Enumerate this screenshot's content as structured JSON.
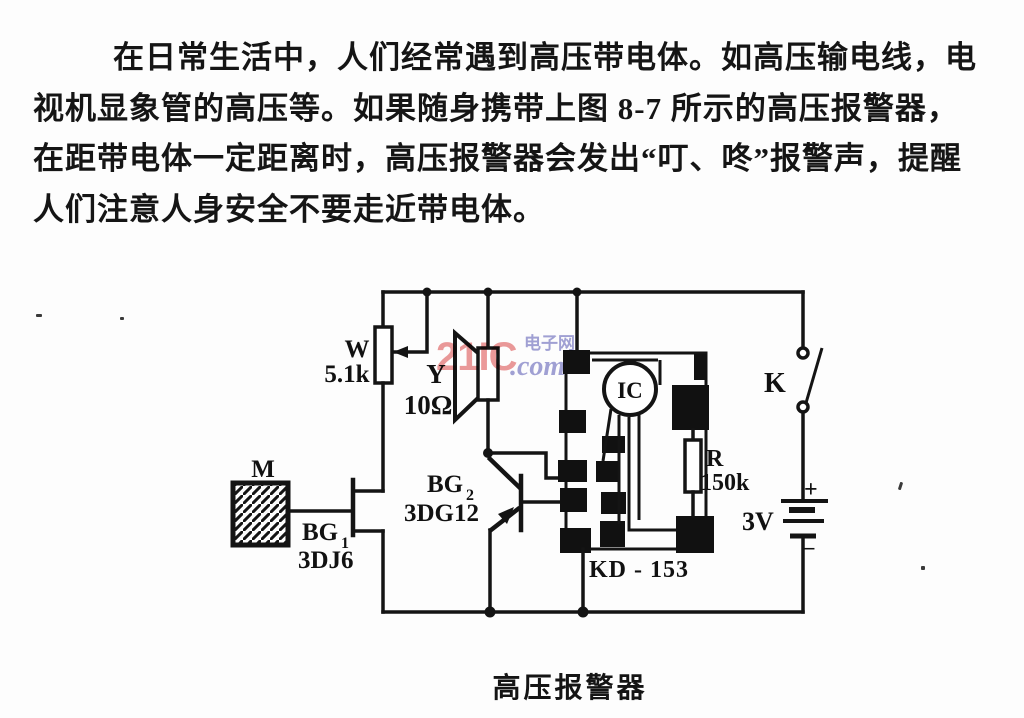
{
  "paragraph": {
    "lines": [
      "在日常生活中，人们经常遇到高压带电体。如高压输电线，电",
      "视机显象管的高压等。如果随身携带上图 8-7 所示的高压报警器，",
      "在距带电体一定距离时，高压报警器会发出“叮、咚”报警声，提醒",
      "人们注意人身安全不要走近带电体。"
    ]
  },
  "watermark": {
    "brand": "21IC",
    "dotcom": ".com",
    "site": "电子网"
  },
  "circuit": {
    "labels": {
      "pot": "W",
      "pot_value": "5.1k",
      "speaker": "Y",
      "speaker_value": "10Ω",
      "probe": "M",
      "bg1": "BG",
      "bg1_sub": "1",
      "bg1_model": "3DJ6",
      "bg2": "BG",
      "bg2_sub": "2",
      "bg2_model": "3DG12",
      "ic": "IC",
      "module": "KD - 153",
      "resistor": "R",
      "resistor_value": "150k",
      "switch": "K",
      "battery_voltage": "3V",
      "battery_plus": "+",
      "battery_minus": "−"
    }
  },
  "caption": "高压报警器",
  "colors": {
    "ink": "#141414",
    "watermark_pink": "#e98b8b",
    "watermark_purple": "#9494cf"
  }
}
